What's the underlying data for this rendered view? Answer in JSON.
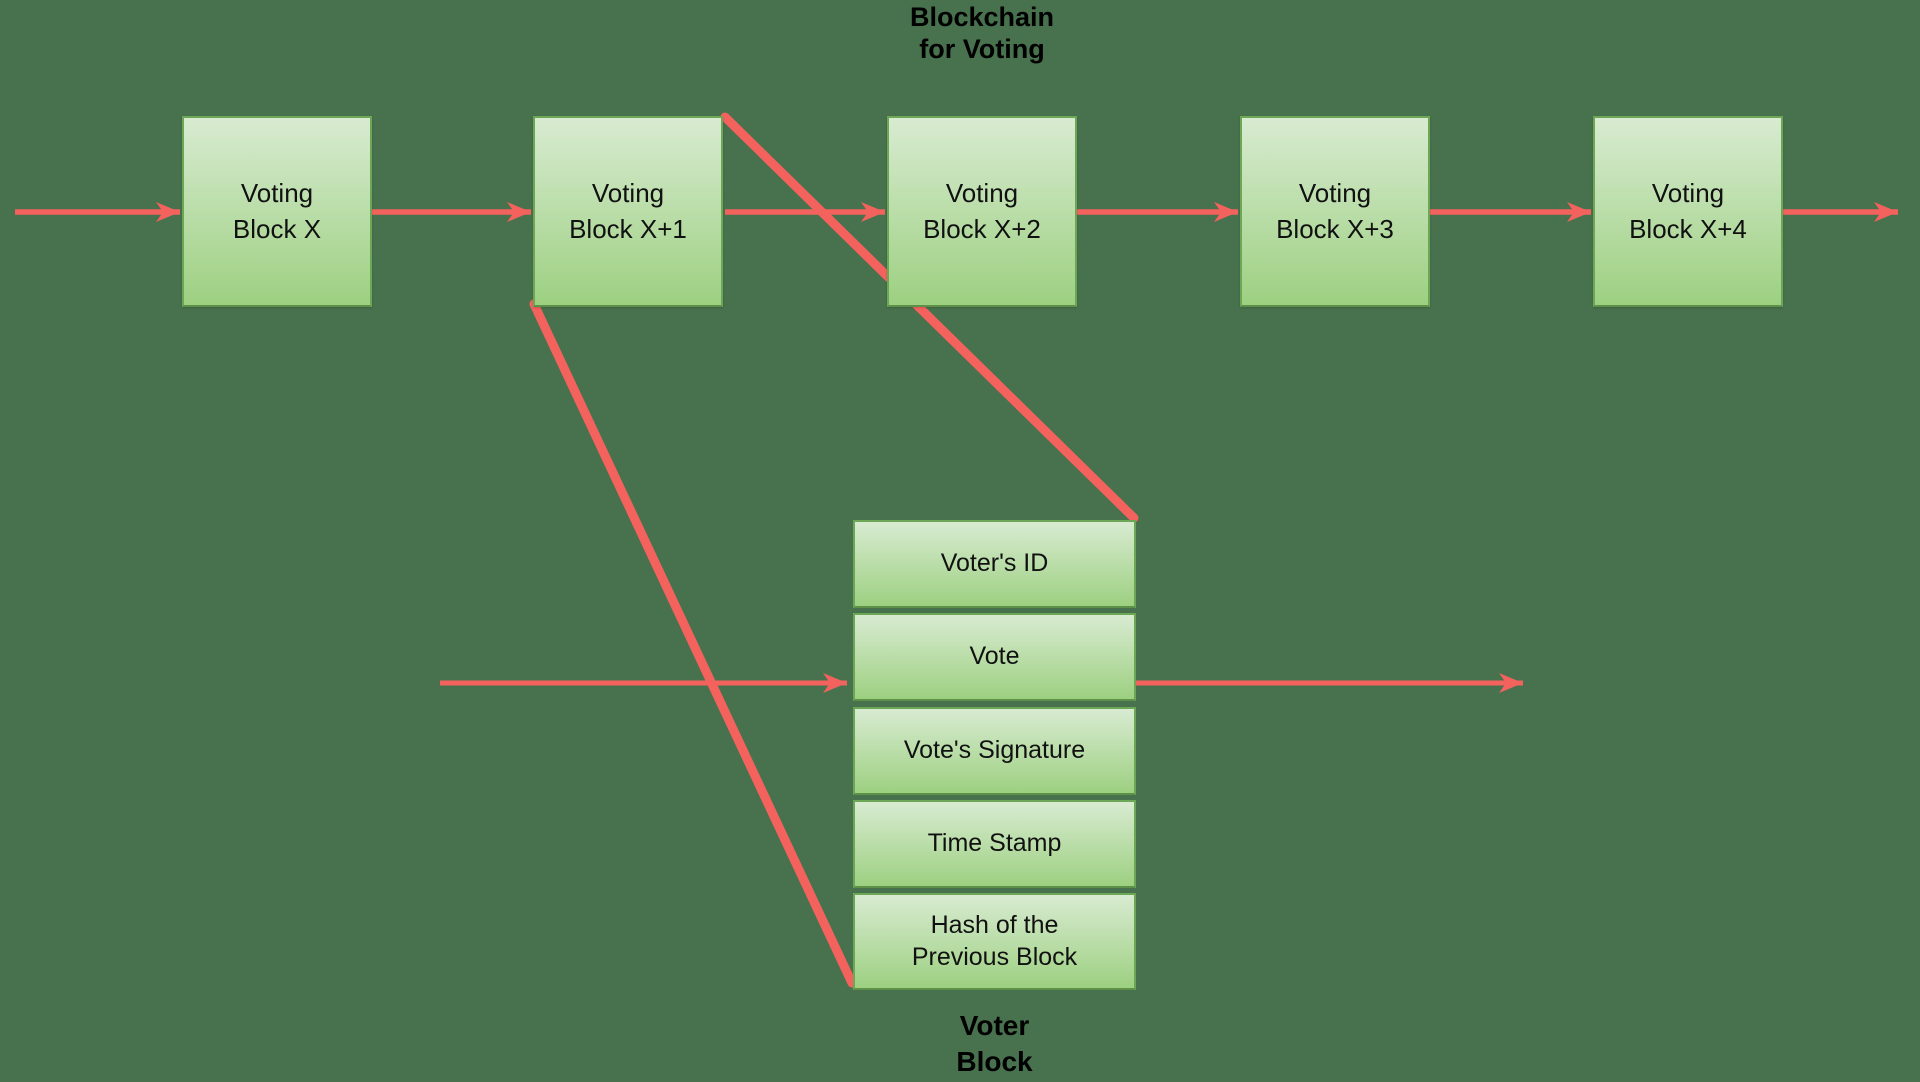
{
  "title": "Blockchain\nfor Voting",
  "colors": {
    "bg": "#48714e",
    "arrow": "#f4625d",
    "block_fill_top": "#d8ebd1",
    "block_fill_bottom": "#9dd081",
    "block_border": "#6ca755",
    "text": "#111111"
  },
  "chain": {
    "blocks": [
      {
        "label": "Voting\nBlock X"
      },
      {
        "label": "Voting\nBlock X+1"
      },
      {
        "label": "Voting\nBlock X+2"
      },
      {
        "label": "Voting\nBlock X+3"
      },
      {
        "label": "Voting\nBlock X+4"
      }
    ]
  },
  "voter_block": {
    "cells": [
      "Voter's ID",
      "Vote",
      "Vote's Signature",
      "Time Stamp",
      "Hash of the\nPrevious Block"
    ],
    "label": "Voter\nBlock"
  }
}
